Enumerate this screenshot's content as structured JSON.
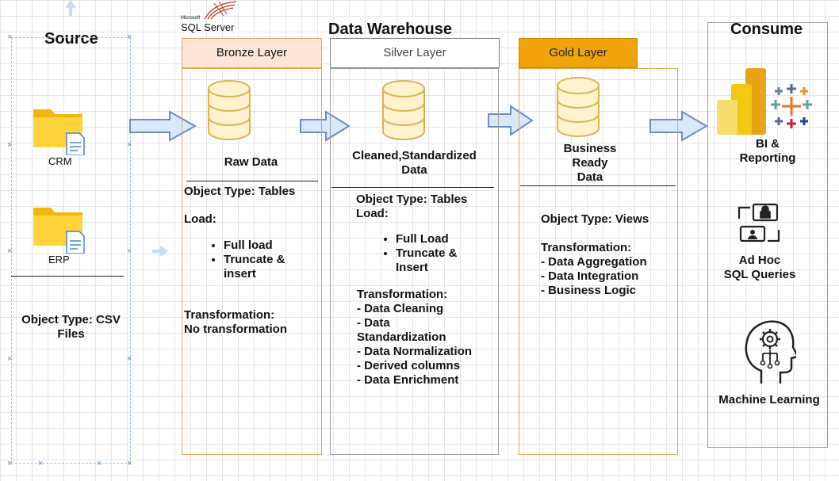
{
  "source": {
    "title": "Source",
    "crm_label": "CRM",
    "erp_label": "ERP",
    "object_type_line1": "Object Type: CSV",
    "object_type_line2": "Files"
  },
  "warehouse": {
    "title": "Data Warehouse",
    "sqlserver_small": "Microsoft",
    "sqlserver_label": "SQL Server"
  },
  "bronze": {
    "header": "Bronze Layer",
    "header_bg": "#fce4d6",
    "header_border": "#e6a46a",
    "caption": "Raw Data",
    "object_type": "Object Type: Tables",
    "load_label": "Load:",
    "load_items": [
      "Full load",
      "Truncate &",
      "insert"
    ],
    "transformation_label": "Transformation:",
    "transformation_value": "No transformation"
  },
  "silver": {
    "header": "Silver Layer",
    "header_bg": "#ffffff",
    "header_border": "#7f7f7f",
    "caption_line1": "Cleaned,Standardized",
    "caption_line2": "Data",
    "object_type": "Object Type: Tables",
    "load_label": "Load:",
    "load_items": [
      "Full Load",
      "Truncate &",
      "Insert"
    ],
    "transformation_label": "Transformation:",
    "transformation_items": [
      "- Data Cleaning",
      "- Data",
      "Standardization",
      "- Data Normalization",
      "- Derived columns",
      "- Data Enrichment"
    ]
  },
  "gold": {
    "header": "Gold Layer",
    "header_bg": "#f0a30a",
    "header_border": "#c98800",
    "caption_lines": [
      "Business",
      "Ready",
      "Data"
    ],
    "object_type": "Object Type: Views",
    "transformation_label": "Transformation:",
    "transformation_items": [
      "- Data Aggregation",
      "- Data Integration",
      "- Business Logic"
    ]
  },
  "consume": {
    "title": "Consume",
    "bi_line1": "BI &",
    "bi_line2": "Reporting",
    "adhoc_line1": "Ad Hoc",
    "adhoc_line2": "SQL Queries",
    "ml_label": "Machine Learning"
  },
  "colors": {
    "layer_border": "#e0a84a",
    "silver_border": "#9a9a9a",
    "db_fill": "#fff2cc",
    "db_stroke": "#d6b656",
    "arrow_fill": "#dae8fc",
    "arrow_stroke": "#6c8ebf",
    "folder": "#f8c81c"
  }
}
